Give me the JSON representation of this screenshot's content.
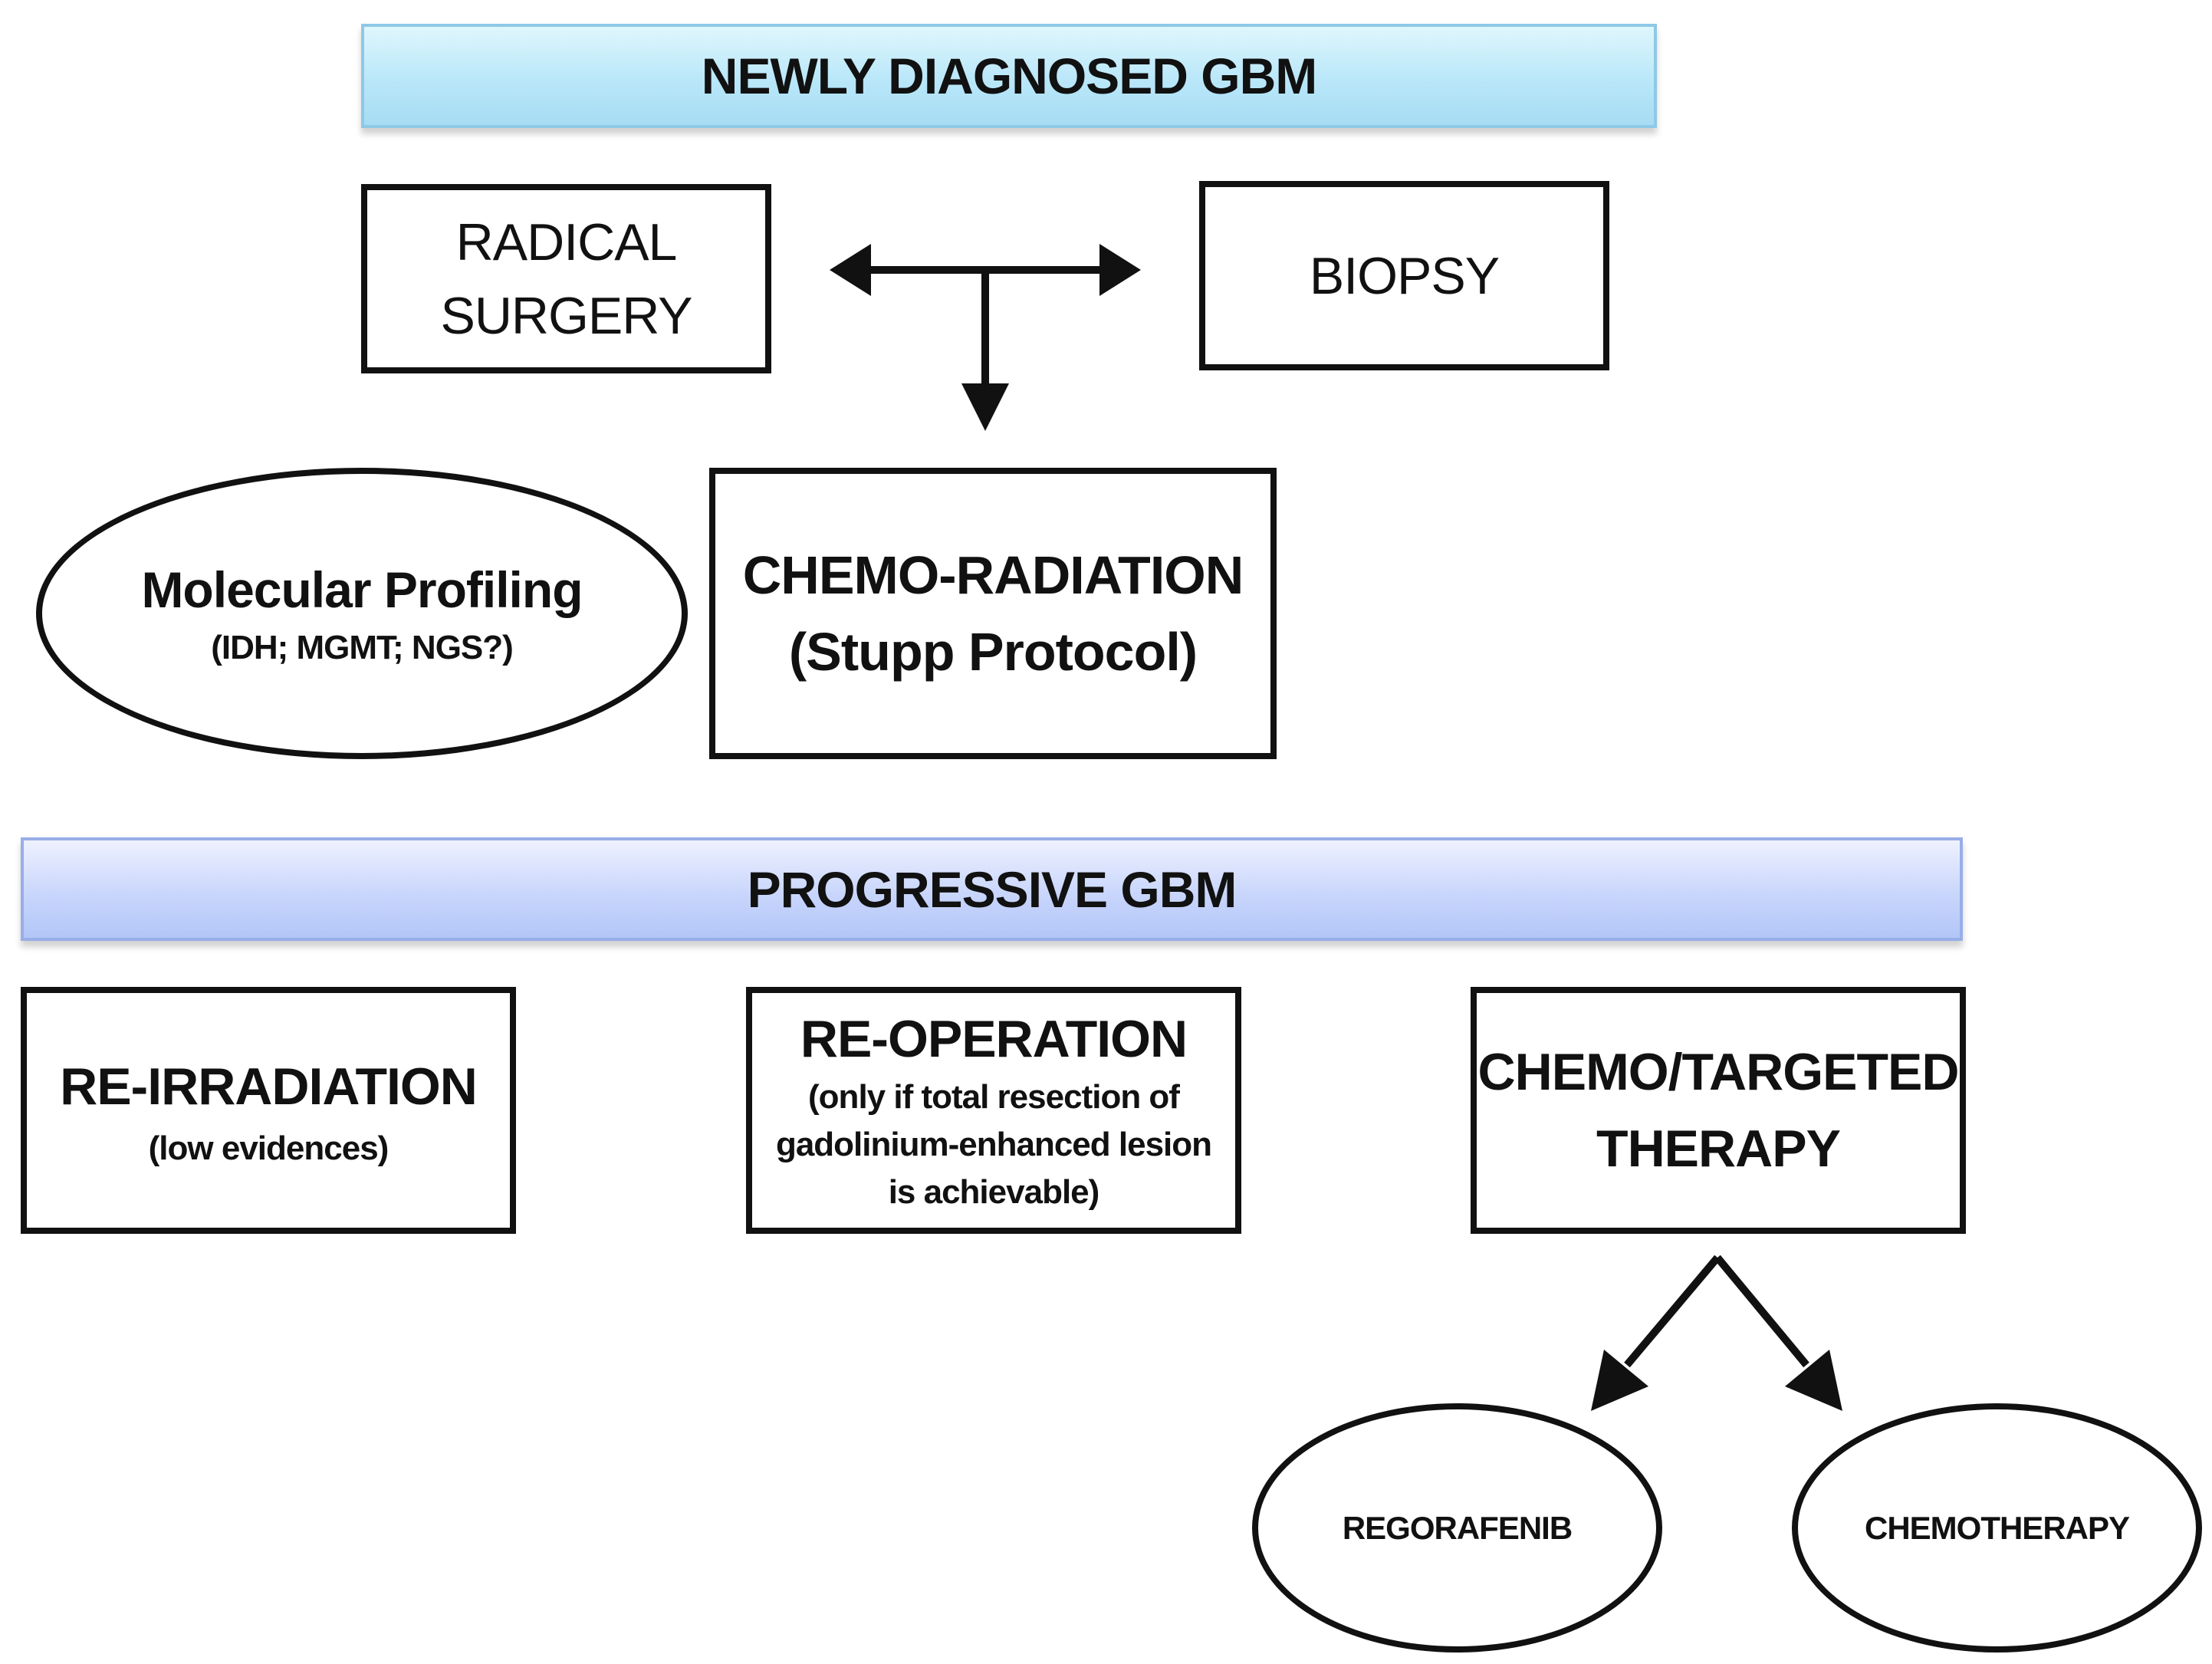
{
  "newly_diagnosed": {
    "title": "NEWLY DIAGNOSED GBM"
  },
  "radical_surgery": {
    "line1": "RADICAL",
    "line2": "SURGERY"
  },
  "biopsy": {
    "label": "BIOPSY"
  },
  "molecular_profiling": {
    "title": "Molecular Profiling",
    "subtitle": "(IDH; MGMT; NGS?)"
  },
  "chemo_radiation": {
    "line1": "CHEMO-RADIATION",
    "line2": "(Stupp Protocol)"
  },
  "progressive": {
    "title": "PROGRESSIVE GBM"
  },
  "re_irradiation": {
    "title": "RE-IRRADIATION",
    "subtitle": "(low evidences)"
  },
  "re_operation": {
    "title": "RE-OPERATION",
    "note_line1": "(only if total resection of",
    "note_line2": "gadolinium-enhanced lesion",
    "note_line3": "is achievable)"
  },
  "chemo_targeted": {
    "line1": "CHEMO/TARGETED",
    "line2": "THERAPY"
  },
  "regorafenib": {
    "label": "REGORAFENIB"
  },
  "chemotherapy": {
    "label": "CHEMOTHERAPY"
  },
  "colors": {
    "newly_banner": "#b9e7f9",
    "progressive_banner": "#c9d6fc",
    "stroke": "#111111"
  }
}
